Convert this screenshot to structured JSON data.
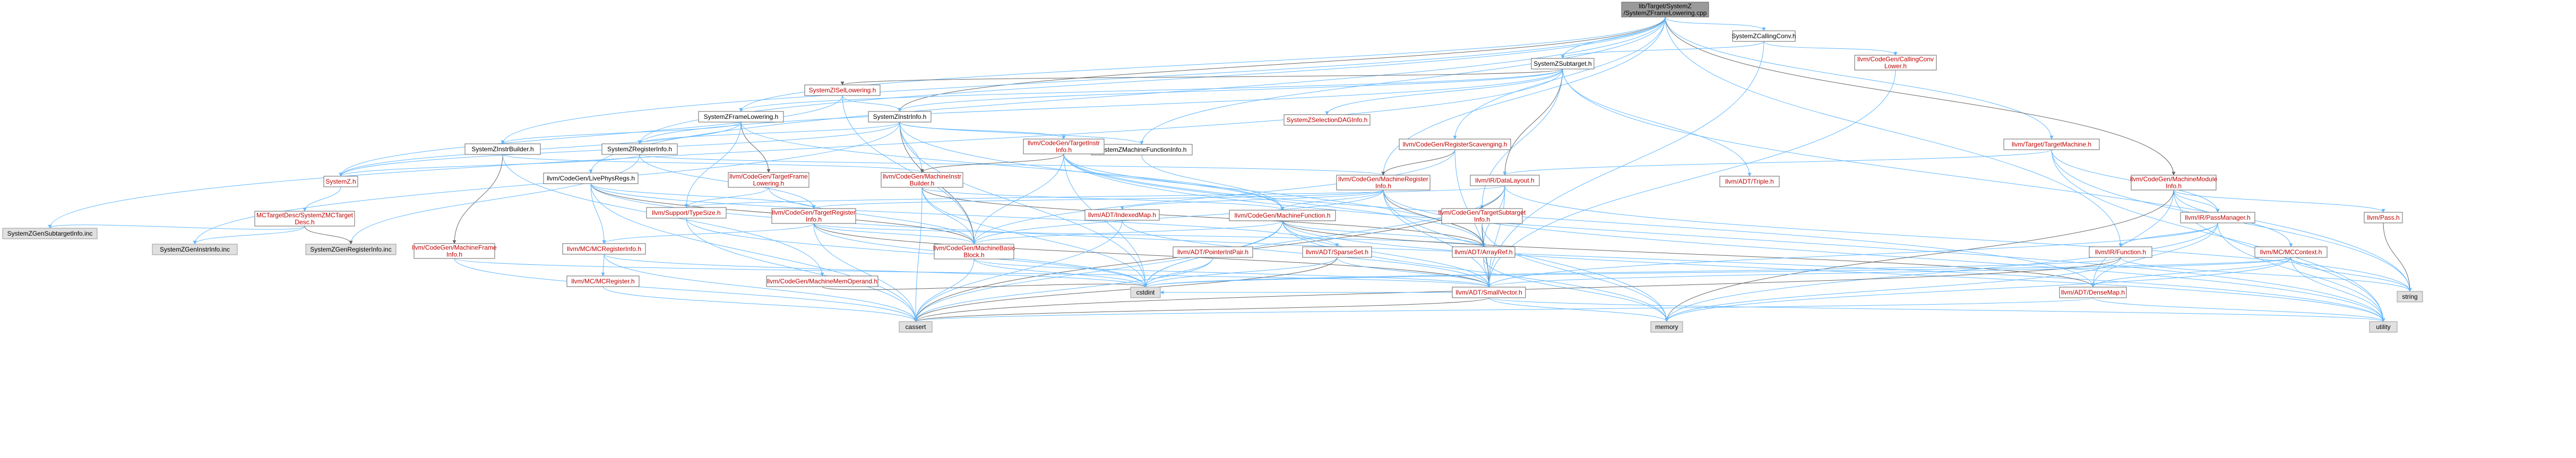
{
  "colors": {
    "root_fill": "#9a9a9a",
    "node_fill": "#ffffff",
    "missing_fill": "#e0e0e0",
    "node_stroke": "#666666",
    "missing_stroke": "#999999",
    "link_text": "#bf0000",
    "plain_text": "#000000",
    "edge_main": "#63b8ff",
    "edge_alt": "#666666"
  },
  "nodes": [
    {
      "id": "root",
      "lines": [
        "lib/Target/SystemZ",
        "/SystemZFrameLowering.cpp"
      ],
      "kind": "root"
    },
    {
      "id": "callingconv",
      "lines": [
        "SystemZCallingConv.h"
      ],
      "kind": "plain"
    },
    {
      "id": "cgcallinglower",
      "lines": [
        "llvm/CodeGen/CallingConv",
        "Lower.h"
      ],
      "kind": "link"
    },
    {
      "id": "subtarget",
      "lines": [
        "SystemZSubtarget.h"
      ],
      "kind": "plain"
    },
    {
      "id": "isellowering",
      "lines": [
        "SystemZISelLowering.h"
      ],
      "kind": "link"
    },
    {
      "id": "selectiondag",
      "lines": [
        "SystemZSelectionDAGInfo.h"
      ],
      "kind": "link"
    },
    {
      "id": "framelowering",
      "lines": [
        "SystemZFrameLowering.h"
      ],
      "kind": "plain"
    },
    {
      "id": "instrinfo",
      "lines": [
        "SystemZInstrInfo.h"
      ],
      "kind": "plain"
    },
    {
      "id": "instrbuilder",
      "lines": [
        "SystemZInstrBuilder.h"
      ],
      "kind": "plain"
    },
    {
      "id": "registerinfo",
      "lines": [
        "SystemZRegisterInfo.h"
      ],
      "kind": "plain"
    },
    {
      "id": "mfinfo",
      "lines": [
        "SystemZMachineFunctionInfo.h"
      ],
      "kind": "plain"
    },
    {
      "id": "targetinstrinfo",
      "lines": [
        "llvm/CodeGen/TargetInstr",
        "Info.h"
      ],
      "kind": "link"
    },
    {
      "id": "regscavenging",
      "lines": [
        "llvm/CodeGen/RegisterScavenging.h"
      ],
      "kind": "link"
    },
    {
      "id": "targetmachine",
      "lines": [
        "llvm/Target/TargetMachine.h"
      ],
      "kind": "link"
    },
    {
      "id": "livephysregs",
      "lines": [
        "llvm/CodeGen/LivePhysRegs.h"
      ],
      "kind": "plain"
    },
    {
      "id": "systemz",
      "lines": [
        "SystemZ.h"
      ],
      "kind": "link"
    },
    {
      "id": "mctargetdesc",
      "lines": [
        "MCTargetDesc/SystemZMCTarget",
        "Desc.h"
      ],
      "kind": "link"
    },
    {
      "id": "tfl",
      "lines": [
        "llvm/CodeGen/TargetFrame",
        "Lowering.h"
      ],
      "kind": "link"
    },
    {
      "id": "mib",
      "lines": [
        "llvm/CodeGen/MachineInstr",
        "Builder.h"
      ],
      "kind": "link"
    },
    {
      "id": "mri",
      "lines": [
        "llvm/CodeGen/MachineRegister",
        "Info.h"
      ],
      "kind": "link"
    },
    {
      "id": "datalayout",
      "lines": [
        "llvm/IR/DataLayout.h"
      ],
      "kind": "link"
    },
    {
      "id": "triple",
      "lines": [
        "llvm/ADT/Triple.h"
      ],
      "kind": "link"
    },
    {
      "id": "mmi",
      "lines": [
        "llvm/CodeGen/MachineModule",
        "Info.h"
      ],
      "kind": "link"
    },
    {
      "id": "supporttypesize",
      "lines": [
        "llvm/Support/TypeSize.h"
      ],
      "kind": "link"
    },
    {
      "id": "tri",
      "lines": [
        "llvm/CodeGen/TargetRegister",
        "Info.h"
      ],
      "kind": "link"
    },
    {
      "id": "indexedmap",
      "lines": [
        "llvm/ADT/IndexedMap.h"
      ],
      "kind": "link"
    },
    {
      "id": "mf",
      "lines": [
        "llvm/CodeGen/MachineFunction.h"
      ],
      "kind": "link"
    },
    {
      "id": "tsi",
      "lines": [
        "llvm/CodeGen/TargetSubtarget",
        "Info.h"
      ],
      "kind": "link"
    },
    {
      "id": "passmanager",
      "lines": [
        "llvm/IR/PassManager.h"
      ],
      "kind": "link"
    },
    {
      "id": "pass",
      "lines": [
        "llvm/Pass.h"
      ],
      "kind": "link"
    },
    {
      "id": "mfi",
      "lines": [
        "llvm/CodeGen/MachineFrame",
        "Info.h"
      ],
      "kind": "link"
    },
    {
      "id": "mcreginfo",
      "lines": [
        "llvm/MC/MCRegisterInfo.h"
      ],
      "kind": "link"
    },
    {
      "id": "mcregister",
      "lines": [
        "llvm/MC/MCRegister.h"
      ],
      "kind": "link"
    },
    {
      "id": "mmo",
      "lines": [
        "llvm/CodeGen/MachineMemOperand.h"
      ],
      "kind": "link"
    },
    {
      "id": "mbb",
      "lines": [
        "llvm/CodeGen/MachineBasic",
        "Block.h"
      ],
      "kind": "link"
    },
    {
      "id": "ptrintpair",
      "lines": [
        "llvm/ADT/PointerIntPair.h"
      ],
      "kind": "link"
    },
    {
      "id": "sparseset",
      "lines": [
        "llvm/ADT/SparseSet.h"
      ],
      "kind": "link"
    },
    {
      "id": "arrayref",
      "lines": [
        "llvm/ADT/ArrayRef.h"
      ],
      "kind": "link"
    },
    {
      "id": "irfunction",
      "lines": [
        "llvm/IR/Function.h"
      ],
      "kind": "link"
    },
    {
      "id": "mccontext",
      "lines": [
        "llvm/MC/MCContext.h"
      ],
      "kind": "link"
    },
    {
      "id": "smallvector",
      "lines": [
        "llvm/ADT/SmallVector.h"
      ],
      "kind": "link"
    },
    {
      "id": "densemap",
      "lines": [
        "llvm/ADT/DenseMap.h"
      ],
      "kind": "link"
    },
    {
      "id": "gensubtarget",
      "lines": [
        "SystemZGenSubtargetInfo.inc"
      ],
      "kind": "missing"
    },
    {
      "id": "geninstrinfo",
      "lines": [
        "SystemZGenInstrInfo.inc"
      ],
      "kind": "missing"
    },
    {
      "id": "genreginfo",
      "lines": [
        "SystemZGenRegisterInfo.inc"
      ],
      "kind": "missing"
    },
    {
      "id": "cstdint",
      "lines": [
        "cstdint"
      ],
      "kind": "missing"
    },
    {
      "id": "cassert",
      "lines": [
        "cassert"
      ],
      "kind": "missing"
    },
    {
      "id": "memory",
      "lines": [
        "memory"
      ],
      "kind": "missing"
    },
    {
      "id": "string",
      "lines": [
        "string"
      ],
      "kind": "missing"
    },
    {
      "id": "utility",
      "lines": [
        "utility"
      ],
      "kind": "missing"
    }
  ],
  "edges": [
    [
      "root",
      "callingconv"
    ],
    [
      "root",
      "subtarget"
    ],
    [
      "root",
      "framelowering"
    ],
    [
      "root",
      "instrinfo"
    ],
    [
      "root",
      "instrbuilder"
    ],
    [
      "root",
      "registerinfo"
    ],
    [
      "root",
      "mfinfo"
    ],
    [
      "root",
      "regscavenging"
    ],
    [
      "root",
      "targetmachine"
    ],
    [
      "root",
      "livephysregs"
    ],
    [
      "root",
      "mmi"
    ],
    [
      "root",
      "mri"
    ],
    [
      "root",
      "irfunction"
    ],
    [
      "callingconv",
      "subtarget"
    ],
    [
      "callingconv",
      "cgcallinglower"
    ],
    [
      "callingconv",
      "smallvector"
    ],
    [
      "cgcallinglower",
      "smallvector"
    ],
    [
      "subtarget",
      "isellowering"
    ],
    [
      "subtarget",
      "selectiondag"
    ],
    [
      "subtarget",
      "framelowering"
    ],
    [
      "subtarget",
      "instrinfo"
    ],
    [
      "subtarget",
      "registerinfo"
    ],
    [
      "subtarget",
      "gensubtarget"
    ],
    [
      "subtarget",
      "triple"
    ],
    [
      "subtarget",
      "datalayout"
    ],
    [
      "subtarget",
      "tsi"
    ],
    [
      "subtarget",
      "string"
    ],
    [
      "isellowering",
      "instrinfo"
    ],
    [
      "isellowering",
      "systemz"
    ],
    [
      "isellowering",
      "mbb"
    ],
    [
      "framelowering",
      "instrbuilder"
    ],
    [
      "framelowering",
      "tfl"
    ],
    [
      "framelowering",
      "supporttypesize"
    ],
    [
      "framelowering",
      "systemz"
    ],
    [
      "framelowering",
      "mf"
    ],
    [
      "instrinfo",
      "systemz"
    ],
    [
      "instrinfo",
      "registerinfo"
    ],
    [
      "instrinfo",
      "targetinstrinfo"
    ],
    [
      "instrinfo",
      "mbb"
    ],
    [
      "instrinfo",
      "mib"
    ],
    [
      "instrinfo",
      "geninstrinfo"
    ],
    [
      "instrinfo",
      "mfinfo"
    ],
    [
      "instrinfo",
      "cstdint"
    ],
    [
      "instrinfo",
      "arrayref"
    ],
    [
      "instrbuilder",
      "mib"
    ],
    [
      "instrbuilder",
      "mfi"
    ],
    [
      "instrbuilder",
      "mmo"
    ],
    [
      "registerinfo",
      "systemz"
    ],
    [
      "registerinfo",
      "tri"
    ],
    [
      "registerinfo",
      "mri"
    ],
    [
      "registerinfo",
      "genreginfo"
    ],
    [
      "mfinfo",
      "mf"
    ],
    [
      "targetinstrinfo",
      "mib"
    ],
    [
      "targetinstrinfo",
      "mbb"
    ],
    [
      "targetinstrinfo",
      "mf"
    ],
    [
      "targetinstrinfo",
      "arrayref"
    ],
    [
      "targetinstrinfo",
      "densemap"
    ],
    [
      "targetinstrinfo",
      "cstdint"
    ],
    [
      "targetinstrinfo",
      "utility"
    ],
    [
      "regscavenging",
      "mri"
    ],
    [
      "regscavenging",
      "smallvector"
    ],
    [
      "regscavenging",
      "mbb"
    ],
    [
      "targetmachine",
      "datalayout"
    ],
    [
      "targetmachine",
      "passmanager"
    ],
    [
      "targetmachine",
      "string"
    ],
    [
      "targetmachine",
      "utility"
    ],
    [
      "livephysregs",
      "mbb"
    ],
    [
      "livephysregs",
      "mcreginfo"
    ],
    [
      "livephysregs",
      "sparseset"
    ],
    [
      "livephysregs",
      "cassert"
    ],
    [
      "livephysregs",
      "utility"
    ],
    [
      "livephysregs",
      "tri"
    ],
    [
      "systemz",
      "mctargetdesc"
    ],
    [
      "mctargetdesc",
      "genreginfo"
    ],
    [
      "mctargetdesc",
      "geninstrinfo"
    ],
    [
      "mctargetdesc",
      "gensubtarget"
    ],
    [
      "tfl",
      "mbb"
    ],
    [
      "tfl",
      "supporttypesize"
    ],
    [
      "mib",
      "mbb"
    ],
    [
      "mib",
      "mf"
    ],
    [
      "mib",
      "arrayref"
    ],
    [
      "mib",
      "cstdint"
    ],
    [
      "mib",
      "cassert"
    ],
    [
      "mri",
      "indexedmap"
    ],
    [
      "mri",
      "mf"
    ],
    [
      "mri",
      "mbb"
    ],
    [
      "mri",
      "tri"
    ],
    [
      "mri",
      "arrayref"
    ],
    [
      "mri",
      "smallvector"
    ],
    [
      "mri",
      "memory"
    ],
    [
      "mri",
      "utility"
    ],
    [
      "datalayout",
      "arrayref"
    ],
    [
      "datalayout",
      "smallvector"
    ],
    [
      "datalayout",
      "supporttypesize"
    ],
    [
      "datalayout",
      "cassert"
    ],
    [
      "datalayout",
      "cstdint"
    ],
    [
      "datalayout",
      "string"
    ],
    [
      "mmi",
      "passmanager"
    ],
    [
      "mmi",
      "pass"
    ],
    [
      "mmi",
      "mccontext"
    ],
    [
      "mmi",
      "densemap"
    ],
    [
      "mmi",
      "memory"
    ],
    [
      "mmi",
      "utility"
    ],
    [
      "supporttypesize",
      "cassert"
    ],
    [
      "supporttypesize",
      "cstdint"
    ],
    [
      "tri",
      "mcreginfo"
    ],
    [
      "tri",
      "mbb"
    ],
    [
      "tri",
      "arrayref"
    ],
    [
      "tri",
      "smallvector"
    ],
    [
      "tri",
      "cassert"
    ],
    [
      "tri",
      "cstdint"
    ],
    [
      "indexedmap",
      "smallvector"
    ],
    [
      "indexedmap",
      "cassert"
    ],
    [
      "mf",
      "mbb"
    ],
    [
      "mf",
      "arrayref"
    ],
    [
      "mf",
      "densemap"
    ],
    [
      "mf",
      "smallvector"
    ],
    [
      "mf",
      "memory"
    ],
    [
      "mf",
      "utility"
    ],
    [
      "mf",
      "cassert"
    ],
    [
      "mf",
      "cstdint"
    ],
    [
      "tsi",
      "arrayref"
    ],
    [
      "tsi",
      "smallvector"
    ],
    [
      "tsi",
      "memory"
    ],
    [
      "passmanager",
      "irfunction"
    ],
    [
      "passmanager",
      "densemap"
    ],
    [
      "passmanager",
      "smallvector"
    ],
    [
      "passmanager",
      "utility"
    ],
    [
      "passmanager",
      "memory"
    ],
    [
      "pass",
      "string"
    ],
    [
      "mfi",
      "smallvector"
    ],
    [
      "mfi",
      "cassert"
    ],
    [
      "mcreginfo",
      "mcregister"
    ],
    [
      "mcreginfo",
      "cassert"
    ],
    [
      "mcreginfo",
      "cstdint"
    ],
    [
      "mcregister",
      "cassert"
    ],
    [
      "mmo",
      "cstdint"
    ],
    [
      "mbb",
      "smallvector"
    ],
    [
      "mbb",
      "cassert"
    ],
    [
      "mbb",
      "cstdint"
    ],
    [
      "ptrintpair",
      "cassert"
    ],
    [
      "ptrintpair",
      "cstdint"
    ],
    [
      "sparseset",
      "smallvector"
    ],
    [
      "sparseset",
      "cassert"
    ],
    [
      "sparseset",
      "cstdint"
    ],
    [
      "arrayref",
      "smallvector"
    ],
    [
      "arrayref",
      "memory"
    ],
    [
      "irfunction",
      "cstdint"
    ],
    [
      "irfunction",
      "memory"
    ],
    [
      "irfunction",
      "string"
    ],
    [
      "irfunction",
      "cassert"
    ],
    [
      "mccontext",
      "smallvector"
    ],
    [
      "mccontext",
      "densemap"
    ],
    [
      "mccontext",
      "string"
    ],
    [
      "mccontext",
      "utility"
    ],
    [
      "mccontext",
      "cstdint"
    ],
    [
      "mccontext",
      "memory"
    ],
    [
      "smallvector",
      "cassert"
    ],
    [
      "smallvector",
      "memory"
    ],
    [
      "smallvector",
      "utility"
    ],
    [
      "smallvector",
      "cstdint"
    ],
    [
      "densemap",
      "utility"
    ],
    [
      "densemap",
      "cassert"
    ]
  ]
}
